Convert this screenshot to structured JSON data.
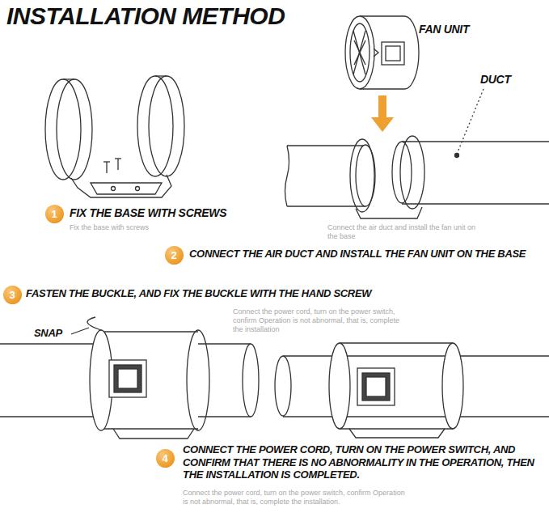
{
  "diagram": {
    "title": "INSTALLATION METHOD",
    "nodes": [
      {
        "text": [
          "1"
        ]
      },
      {
        "text": [
          "2"
        ]
      },
      {
        "text": [
          "3"
        ]
      },
      {
        "text": [
          "4"
        ]
      }
    ],
    "labels": [
      "FAN UNIT",
      "DUCT",
      "FIX THE BASE WITH SCREWS",
      "Fix the base with screws",
      "Connect the air duct and install the fan unit on the base",
      "CONNECT THE AIR DUCT AND INSTALL THE FAN UNIT ON THE BASE",
      "FASTEN THE BUCKLE, AND FIX THE BUCKLE WITH THE HAND SCREW",
      "SNAP",
      "Connect the power cord, turn on the power switch, confirm Operation is not abnormal, that is, complete the installation",
      "CONNECT THE POWER CORD, TURN ON THE POWER SWITCH, AND CONFIRM THAT THERE IS NO ABNORMALITY IN THE OPERATION, THEN THE INSTALLATION IS COMPLETED.",
      "Connect the power cord, turn on the power switch, confirm Operation is not abnormal, that is, complete the installation."
    ]
  }
}
